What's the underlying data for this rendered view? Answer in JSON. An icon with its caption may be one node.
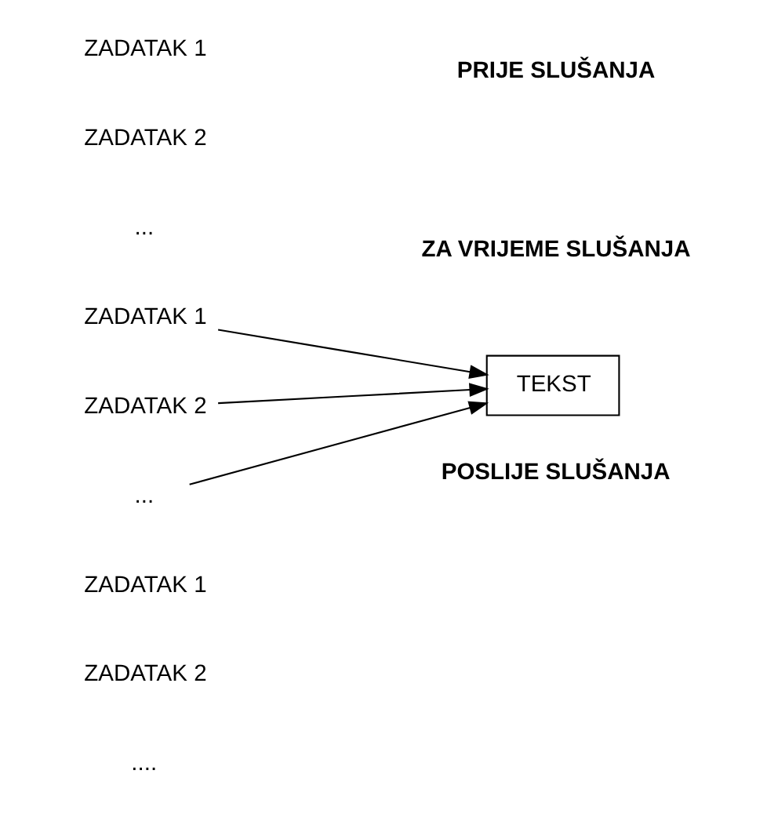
{
  "diagram": {
    "nodes": [
      {
        "text": [
          "ZADATAK 1"
        ]
      },
      {
        "text": [
          "ZADATAK 2"
        ]
      },
      {
        "text": [
          "..."
        ]
      },
      {
        "text": [
          "TEKST"
        ]
      }
    ],
    "edges": [
      {
        "from": 0,
        "to": 3,
        "arrow": "to"
      },
      {
        "from": 1,
        "to": 3,
        "arrow": "to"
      },
      {
        "from": 2,
        "to": 3,
        "arrow": "to"
      }
    ],
    "labels": [
      "PRIJE SLUŠANJA",
      "ZADATAK 1",
      "ZADATAK 2",
      "...",
      "ZA VRIJEME SLUŠANJA",
      "POSLIJE SLUŠANJA",
      "ZADATAK 1",
      "ZADATAK 2",
      "...."
    ]
  }
}
